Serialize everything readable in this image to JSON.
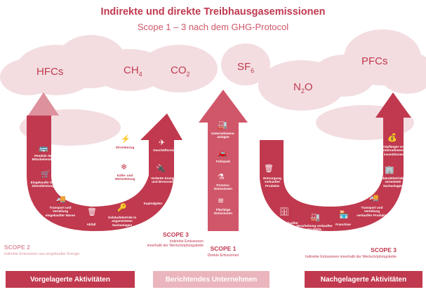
{
  "header": {
    "title": "Indirekte und direkte Treibhausgasemissionen",
    "subtitle": "Scope 1 – 3 nach dem GHG-Protocol"
  },
  "gases": {
    "hfc": "HFCs",
    "ch4_main": "CH",
    "ch4_sub": "4",
    "co2_main": "CO",
    "co2_sub": "2",
    "sf6_main": "SF",
    "sf6_sub": "6",
    "n2o_n": "N",
    "n2o_sub": "2",
    "n2o_o": "O",
    "pfc": "PFCs"
  },
  "left_arrow_items": {
    "kauf_guter": "Eingekaufte Güter/ Dienstleistungen",
    "transport": "Transport und Verteilung eingekaufter Waren",
    "abfall": "Abfall",
    "gebaude": "Gebäudebetrieb in angemieteten Sachanlagen",
    "kapitalguter": "Kapitalgüter",
    "vorkette": "Vorkette Energie- und Brennstoffe",
    "geschaeftsreisen": "Geschäftsreisen",
    "pendeln": "Pendeln der Mitarbeitenden",
    "stromzug": "Strombezug",
    "kaelte": "Kälte- und Wärmebezug"
  },
  "center_arrow_items": {
    "anlagen": "Unternehmens-anlagen",
    "fuhrpark": "Fuhrpark",
    "prozess": "Prozess-Emissionen",
    "fluchtig": "Flüchtige Emissionen"
  },
  "right_arrow_items": {
    "entsorgung": "Entsorgung verkaufter Produkte",
    "nutzung": "Nutzung verkaufter Produkte",
    "verarbeitung": "Verarbeitung verkaufter Produkte",
    "franchise": "Franchise",
    "transport_r": "Transport und Verteilung verkaufter Produkte",
    "gebaude_r": "Gebäudebetrieb in vermietete Sachanlagen",
    "investitionen": "Empfänger von Unternehmens-investitionen"
  },
  "scopes": {
    "scope2_title": "SCOPE 2",
    "scope2_desc": "Indirekte Emissionen aus eingekaufter Energie",
    "scope3_left_title": "SCOPE 3",
    "scope3_left_desc1": "Indirekte Emissionen",
    "scope3_left_desc2": "innerhalb der Wertschöpfungskette",
    "scope1_title": "SCOPE 1",
    "scope1_desc": "Direkte Emissionen",
    "scope3_right_title": "SCOPE 3",
    "scope3_right_desc": "Indirekte Emissionen innerhalb der Wertschöpfungskette"
  },
  "footer": {
    "left": "Vorgelagerte Aktivitäten",
    "center": "Berichtendes Unternehmen",
    "right": "Nachgelagerte Aktivitäten"
  },
  "colors": {
    "accent": "#c0394e",
    "accent_light": "#eab5bd",
    "cloud": "#f3dde1"
  },
  "icons": [
    "bus-icon",
    "shopping-cart-icon",
    "truck-icon",
    "trash-icon",
    "key-icon",
    "plug-icon",
    "airplane-icon",
    "lightning-icon",
    "snowflake-icon",
    "factory-icon",
    "car-icon",
    "flask-icon",
    "fan-icon",
    "money-bag-icon",
    "building-icon",
    "washer-icon",
    "shop-icon"
  ]
}
